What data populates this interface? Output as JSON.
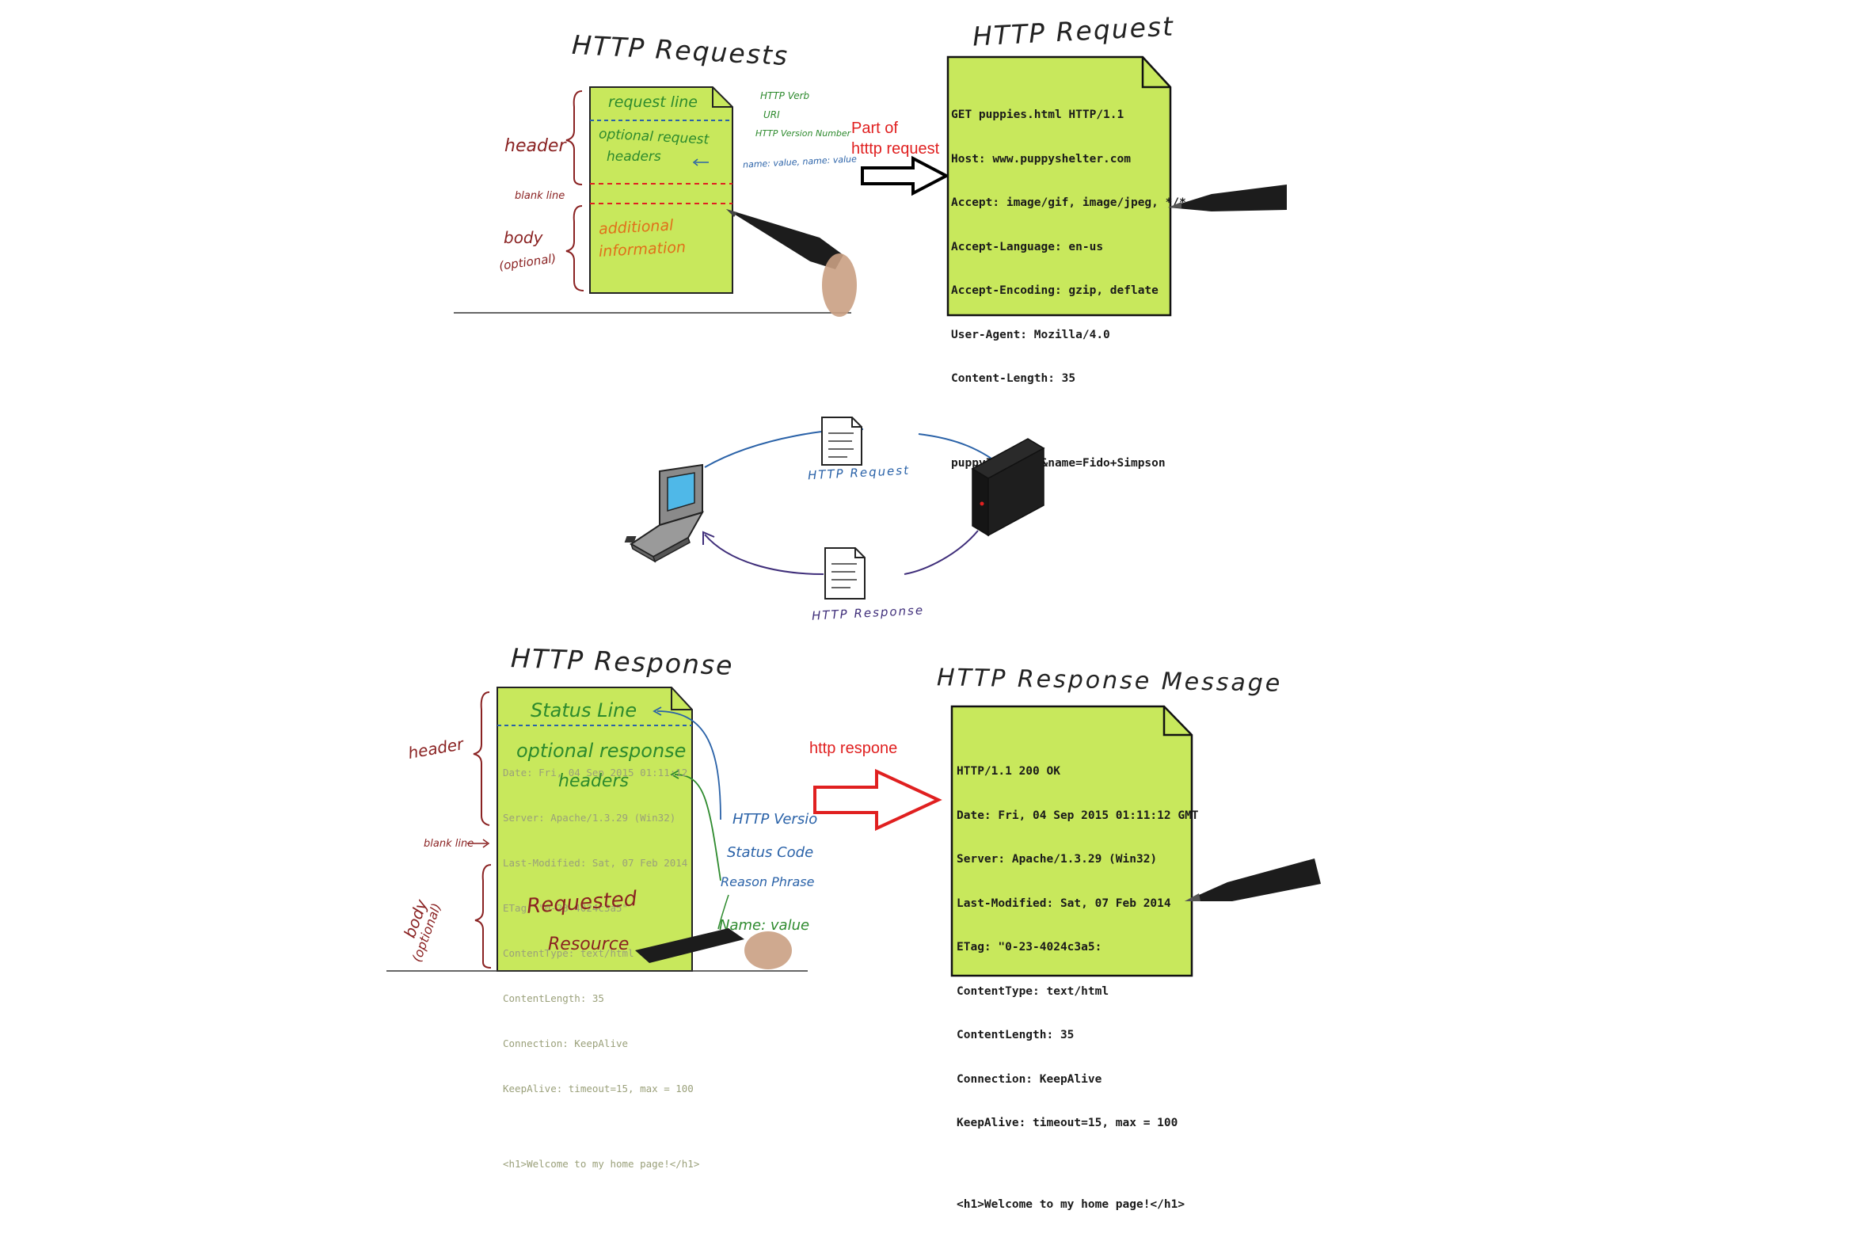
{
  "colors": {
    "paper": "#c8e85c",
    "accent_red": "#e02020",
    "ink_green": "#2d8a2d",
    "ink_blue": "#2a62a8",
    "ink_maroon": "#8a2222",
    "ink_orange": "#e0701a"
  },
  "icons": [
    "document-icon",
    "laptop-icon",
    "server-icon",
    "pen-icon",
    "arrow-icon"
  ],
  "request_diagram": {
    "title": "HTTP Requests",
    "doc_sections": {
      "request_line": "request line",
      "headers_line1": "optional request",
      "headers_line2": "headers",
      "body_line1": "additional",
      "body_line2": "information"
    },
    "side_labels": {
      "header": "header",
      "blank_line": "blank line",
      "body_line1": "body",
      "body_line2": "(optional)"
    },
    "annotations": {
      "http_verb": "HTTP Verb",
      "uri": "URI",
      "http_version": "HTTP Version Number",
      "name_value": "name: value, name: value"
    }
  },
  "request_note": {
    "line1": "Part of",
    "line2": "htttp request"
  },
  "request_message": {
    "title": "HTTP Request",
    "lines": [
      "GET puppies.html HTTP/1.1",
      "Host: www.puppyshelter.com",
      "Accept: image/gif, image/jpeg, */*",
      "Accept-Language: en-us",
      "Accept-Encoding: gzip, deflate",
      "User-Agent: Mozilla/4.0",
      "Content-Length: 35",
      "",
      "puppyId=12345&name=Fido+Simpson"
    ]
  },
  "cycle": {
    "request_label": "HTTP Request",
    "response_label": "HTTP Response"
  },
  "response_diagram": {
    "title": "HTTP Response",
    "doc_sections": {
      "status_line": "Status Line",
      "headers_line1": "optional response",
      "headers_line2": "headers",
      "resource_line1": "Requested",
      "resource_line2": "Resource"
    },
    "faint_lines": [
      "Date: Fri, 04 Sep 2015 01:11:12",
      "Server: Apache/1.3.29 (Win32)",
      "Last-Modified: Sat, 07 Feb 2014",
      "ETag: \"0-23-4024c3a5\"",
      "ContentType: text/html",
      "ContentLength: 35",
      "Connection: KeepAlive",
      "KeepAlive: timeout=15, max = 100",
      "",
      "<h1>Welcome to my home page!</h1>"
    ],
    "side_labels": {
      "header": "header",
      "blank_line": "blank line",
      "body_line1": "body",
      "body_line2": "(optional)"
    },
    "annotations": {
      "http_version": "HTTP Versio",
      "status_code": "Status Code",
      "reason_phrase": "Reason Phrase",
      "name_value": "Name: value"
    }
  },
  "response_note": {
    "line1": "http respone"
  },
  "response_message": {
    "title": "HTTP Response Message",
    "lines": [
      "HTTP/1.1 200 OK",
      "Date: Fri, 04 Sep 2015 01:11:12 GMT",
      "Server: Apache/1.3.29 (Win32)",
      "Last-Modified: Sat, 07 Feb 2014",
      "ETag: \"0-23-4024c3a5:",
      "ContentType: text/html",
      "ContentLength: 35",
      "Connection: KeepAlive",
      "KeepAlive: timeout=15, max = 100",
      "",
      "<h1>Welcome to my home page!</h1>"
    ]
  }
}
